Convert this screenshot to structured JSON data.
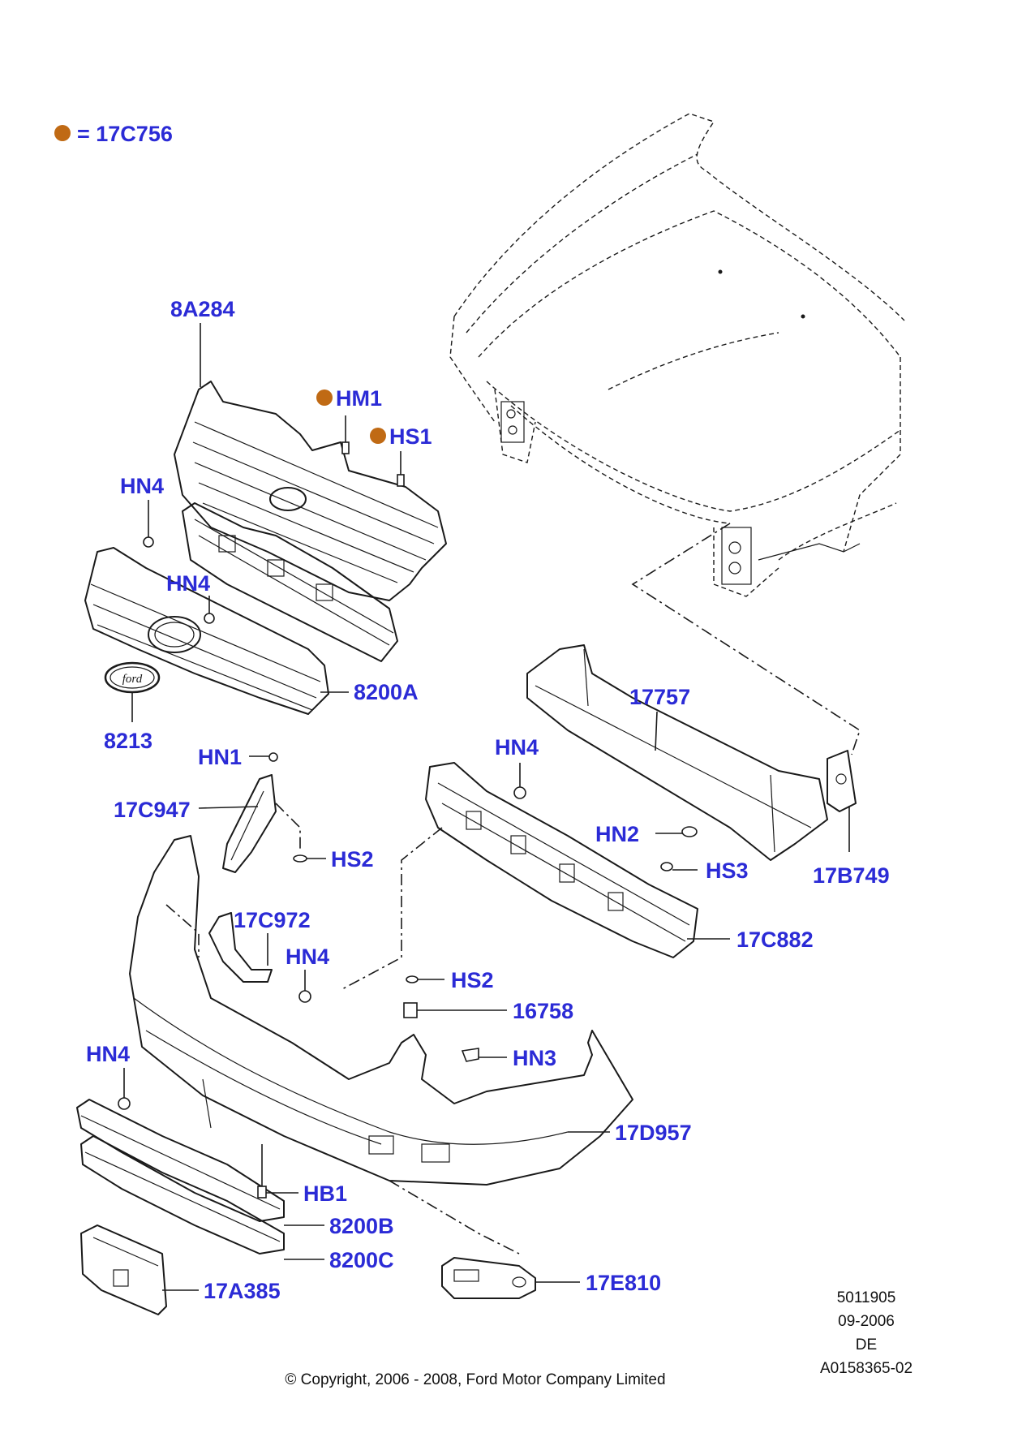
{
  "legend": {
    "text": "= 17C756",
    "dot_color": "#c06a14"
  },
  "label_color": "#2b2bd6",
  "dot_color": "#c06a14",
  "callouts": [
    {
      "id": "8a284",
      "text": "8A284"
    },
    {
      "id": "hm1",
      "text": "HM1",
      "dot": true
    },
    {
      "id": "hs1",
      "text": "HS1",
      "dot": true
    },
    {
      "id": "hn4-a",
      "text": "HN4"
    },
    {
      "id": "hn4-b",
      "text": "HN4"
    },
    {
      "id": "8200a",
      "text": "8200A"
    },
    {
      "id": "8213",
      "text": "8213"
    },
    {
      "id": "hn1",
      "text": "HN1"
    },
    {
      "id": "17c947",
      "text": "17C947"
    },
    {
      "id": "hs2-a",
      "text": "HS2"
    },
    {
      "id": "17757",
      "text": "17757"
    },
    {
      "id": "hn4-c",
      "text": "HN4"
    },
    {
      "id": "hn2",
      "text": "HN2"
    },
    {
      "id": "hs3",
      "text": "HS3"
    },
    {
      "id": "17b749",
      "text": "17B749"
    },
    {
      "id": "17c972",
      "text": "17C972"
    },
    {
      "id": "hn4-d",
      "text": "HN4"
    },
    {
      "id": "17c882",
      "text": "17C882"
    },
    {
      "id": "hs2-b",
      "text": "HS2"
    },
    {
      "id": "16758",
      "text": "16758"
    },
    {
      "id": "hn3",
      "text": "HN3"
    },
    {
      "id": "hn4-e",
      "text": "HN4"
    },
    {
      "id": "17d957",
      "text": "17D957"
    },
    {
      "id": "hb1",
      "text": "HB1"
    },
    {
      "id": "8200b",
      "text": "8200B"
    },
    {
      "id": "8200c",
      "text": "8200C"
    },
    {
      "id": "17a385",
      "text": "17A385"
    },
    {
      "id": "17e810",
      "text": "17E810"
    }
  ],
  "info": [
    "5011905",
    "09-2006",
    "DE",
    "A0158365-02"
  ],
  "copyright": "© Copyright, 2006 - 2008, Ford Motor Company Limited"
}
